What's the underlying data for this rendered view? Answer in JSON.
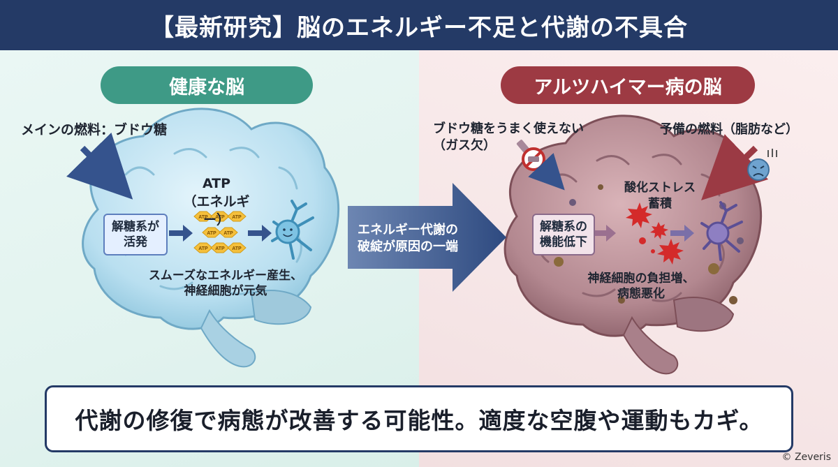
{
  "header": {
    "title": "【最新研究】脳のエネルギー不足と代謝の不具合"
  },
  "healthy": {
    "title": "健康な脳",
    "fuel_label": "メインの燃料：ブドウ糖",
    "atp_title": "ATP",
    "atp_sub": "（エネルギー）",
    "atp_token": "ATP",
    "process_line1": "解糖系が",
    "process_line2": "活発",
    "caption_line1": "スムーズなエネルギー産生、",
    "caption_line2": "神経細胞が元気"
  },
  "center_arrow": {
    "line1": "エネルギー代謝の",
    "line2": "破綻が原因の一端"
  },
  "alzheimer": {
    "title": "アルツハイマー病の脳",
    "glucose_line1": "ブドウ糖をうまく使えない",
    "glucose_line2": "（ガス欠）",
    "backup_label": "予備の燃料（脂肪など）",
    "stress_line1": "酸化ストレス",
    "stress_line2": "蓄積",
    "process_line1": "解糖系の",
    "process_line2": "機能低下",
    "caption_line1": "神経細胞の負担増、",
    "caption_line2": "病態悪化"
  },
  "summary": "代謝の修復で病態が改善する可能性。適度な空腹や運動もカギ。",
  "credit": "© Zeveris",
  "colors": {
    "header_bg": "#243a66",
    "healthy_accent": "#3e9a86",
    "alz_accent": "#9d3a43",
    "arrow_blue": "#33508a"
  }
}
